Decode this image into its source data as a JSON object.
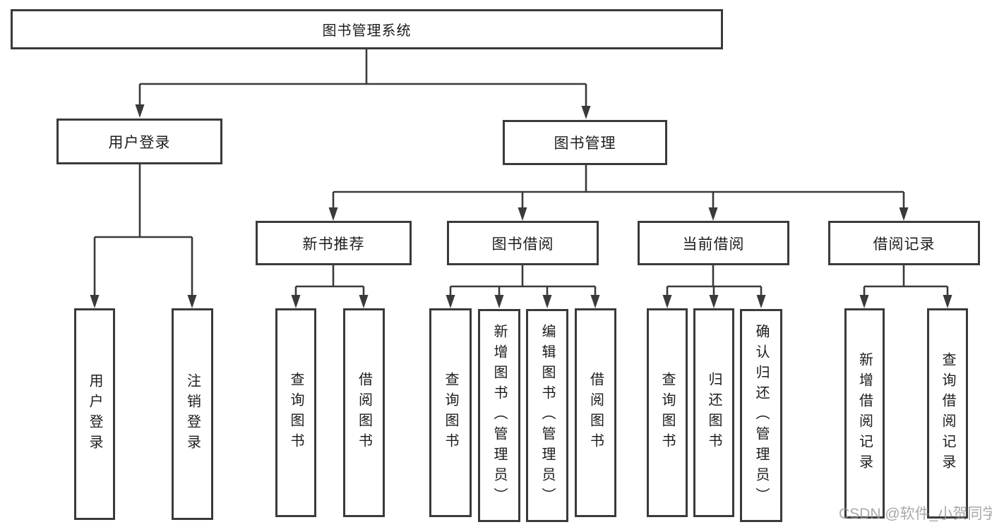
{
  "diagram": {
    "title_note": "functional structure chart",
    "root": {
      "label": "图书管理系统"
    },
    "branches": [
      {
        "label": "用户登录",
        "children": [
          "用户登录",
          "注销登录"
        ]
      },
      {
        "label": "图书管理"
      }
    ],
    "modules": [
      {
        "label": "新书推荐",
        "children": [
          "查询图书",
          "借阅图书"
        ]
      },
      {
        "label": "图书借阅",
        "children": [
          "查询图书",
          "新增图书（管理员）",
          "编辑图书（管理员）",
          "借阅图书"
        ]
      },
      {
        "label": "当前借阅",
        "children": [
          "查询图书",
          "归还图书",
          "确认归还（管理员）"
        ]
      },
      {
        "label": "借阅记录",
        "children": [
          "新增借阅记录",
          "查询借阅记录"
        ]
      }
    ]
  },
  "watermark": {
    "text": "CSDN @软件_小贺同学"
  },
  "colors": {
    "line": "#3a3a3a",
    "box_border": "#3a3a3a",
    "text": "#1d1d1d",
    "background": "#ffffff",
    "watermark": "#949494"
  }
}
